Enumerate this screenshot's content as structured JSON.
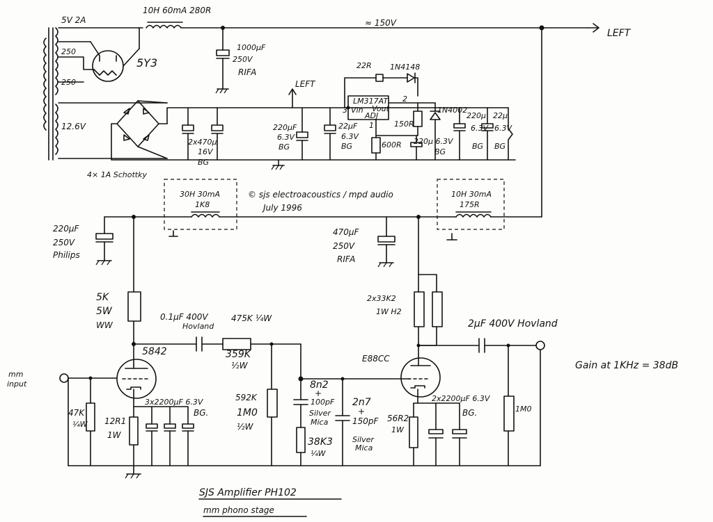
{
  "power_supply": {
    "transformer_5v": "5V 2A",
    "tap_250a": "250",
    "tap_250b": "250",
    "rectifier_tube": "5Y3",
    "tap_12v6": "12.6V",
    "choke_main": "10H 60mA  280R",
    "hv_rail": "≈ 150V",
    "output_left": "LEFT",
    "cap_1000_a": "1000µF",
    "cap_1000_b": "250V",
    "cap_1000_c": "RIFA",
    "bridge_note": "4× 1A Schottky",
    "cap_2x470_a": "2x470µ",
    "cap_2x470_b": "16V",
    "cap_2x470_c": "BG",
    "left_tap": "LEFT",
    "cap_220_a": "220µF",
    "cap_220_b": "6.3V",
    "cap_220_c": "BG",
    "cap_22_a": "22µF",
    "cap_22_b": "6.3V",
    "cap_22_c": "BG",
    "res_22r": "22R",
    "diode_4148": "1N4148",
    "reg_name": "LM317AT",
    "reg_vin": "Vin",
    "reg_vout": "Vout",
    "reg_adj": "ADJ",
    "pin_3": "3",
    "pin_2": "2",
    "pin_1": "1",
    "res_150r": "150R",
    "res_600r": "600R",
    "diode_4002": "1N4002",
    "cap_220_2a": "220µ 6.3V",
    "cap_220_2b": "BG",
    "cap_220_3a": "220µ",
    "cap_220_3b": "6.3V",
    "cap_220_3c": "BG",
    "cap_22_2a": "22µ",
    "cap_22_2b": "6.3V",
    "cap_22_2c": "BG"
  },
  "copyright": {
    "line1": "© sjs electroacoustics / mpd audio",
    "line2": "July 1996"
  },
  "filter": {
    "choke_left_a": "30H 30mA",
    "choke_left_b": "1K8",
    "choke_right_a": "10H 30mA",
    "choke_right_b": "175R",
    "cap_220_a": "220µF",
    "cap_220_b": "250V",
    "cap_220_c": "Philips",
    "cap_470_a": "470µF",
    "cap_470_b": "250V",
    "cap_470_c": "RIFA"
  },
  "stage1": {
    "res_5k_a": "5K",
    "res_5k_b": "5W",
    "res_5k_c": "WW",
    "tube": "5842",
    "cap_coupling_a": "0.1µF 400V",
    "cap_coupling_b": "Hovland",
    "res_475k": "475K ¼W",
    "res_359k_a": "359K",
    "res_359k_b": "½W",
    "res_592k_a": "592K",
    "res_592k_b": "1M0",
    "res_592k_c": "½W",
    "input_a": "mm",
    "input_b": "input",
    "res_47k_a": "47K",
    "res_47k_b": "¼W",
    "res_12r1_a": "12R1",
    "res_12r1_b": "1W",
    "cap_3x2200_a": "3x2200µF 6.3V",
    "cap_3x2200_b": "BG.",
    "cap_8n2_a": "8n2",
    "cap_8n2_b": "+",
    "cap_8n2_c": "100pF",
    "cap_8n2_d": "Silver",
    "cap_8n2_e": "Mica",
    "res_38k3_a": "38K3",
    "res_38k3_b": "¼W",
    "cap_2n7_a": "2n7",
    "cap_2n7_b": "+",
    "cap_2n7_c": "150pF",
    "cap_2n7_d": "Silver",
    "cap_2n7_e": "Mica"
  },
  "stage2": {
    "res_2x33k_a": "2x33K2",
    "res_2x33k_b": "1W H2",
    "tube": "E88CC",
    "cap_out_a": "2µF 400V Hovland",
    "res_56r2_a": "56R2",
    "res_56r2_b": "1W",
    "cap_2x2200": "2x2200µF 6.3V",
    "cap_2x2200_b": "BG.",
    "res_1m0": "1M0",
    "gain": "Gain at 1KHz = 38dB"
  },
  "title": {
    "line1": "SJS Amplifier PH102",
    "line2": "mm phono stage"
  }
}
